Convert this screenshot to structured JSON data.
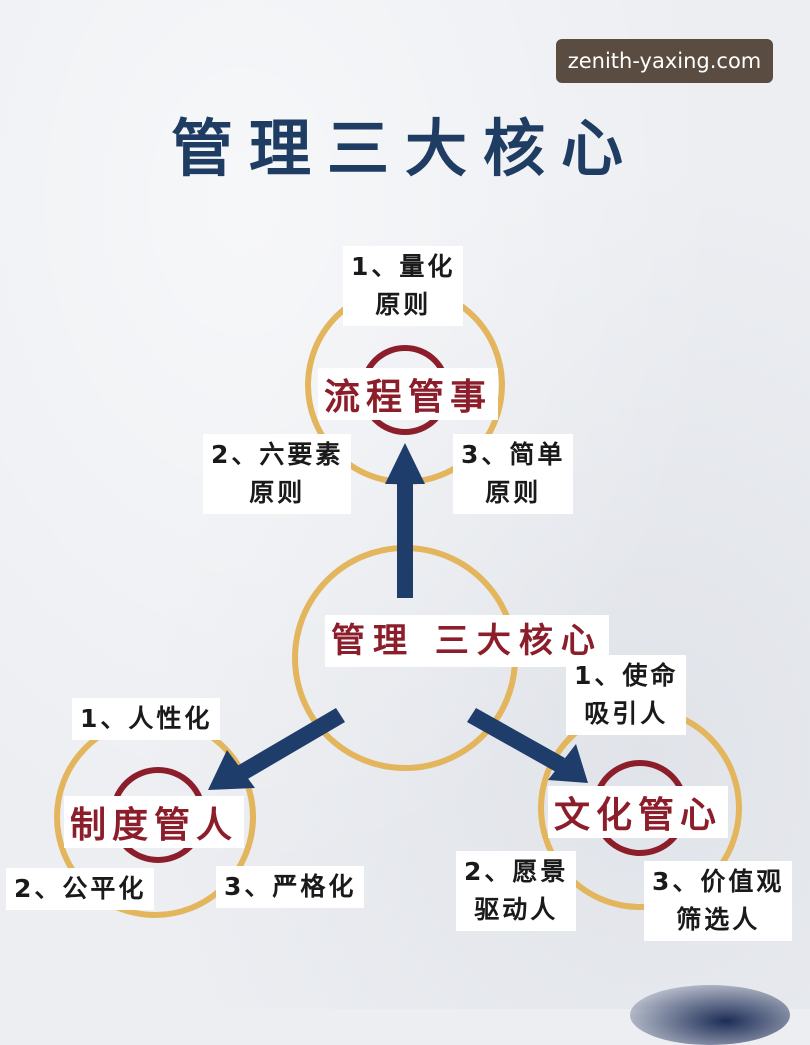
{
  "watermark": "zenith-yaxing.com",
  "title": "管理三大核心",
  "center": {
    "line1": "管理",
    "line2": "三大核心"
  },
  "process": {
    "name": "流程管事",
    "p1": {
      "line1": "1、量化",
      "line2": "原则"
    },
    "p2": {
      "line1": "2、六要素",
      "line2": "原则"
    },
    "p3": {
      "line1": "3、简单",
      "line2": "原则"
    }
  },
  "system": {
    "name": "制度管人",
    "p1": {
      "line1": "1、人性化"
    },
    "p2": {
      "line1": "2、公平化"
    },
    "p3": {
      "line1": "3、严格化"
    }
  },
  "culture": {
    "name": "文化管心",
    "p1": {
      "line1": "1、使命",
      "line2": "吸引人"
    },
    "p2": {
      "line1": "2、愿景",
      "line2": "驱动人"
    },
    "p3": {
      "line1": "3、价值观",
      "line2": "筛选人"
    }
  },
  "colors": {
    "title": "#1f3d63",
    "gold_ring": "#e3b55c",
    "red_ring": "#8c1e2b",
    "arrow": "#1f3d6b"
  }
}
